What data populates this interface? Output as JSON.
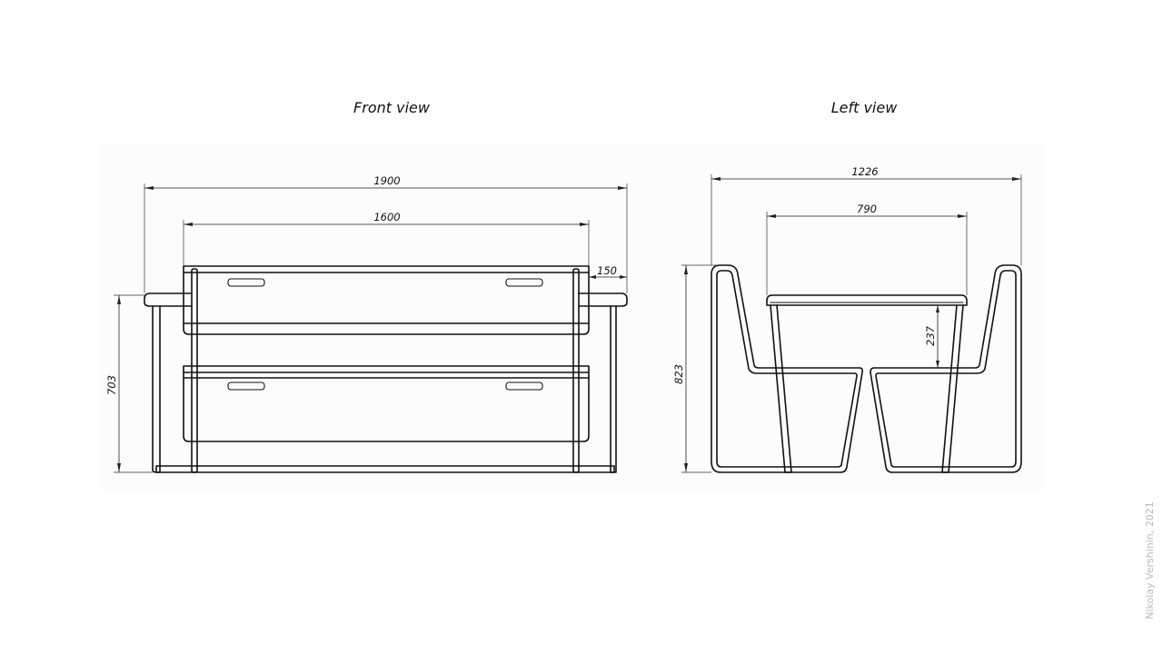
{
  "front_view": {
    "title": "Front view",
    "dimensions": {
      "overall_width": "1900",
      "table_width": "1600",
      "overhang": "150",
      "height": "703"
    }
  },
  "left_view": {
    "title": "Left view",
    "dimensions": {
      "overall_depth": "1226",
      "table_depth": "790",
      "table_to_seat": "237",
      "height": "823"
    }
  },
  "credit": "Nikolay Vershinin, 2021"
}
